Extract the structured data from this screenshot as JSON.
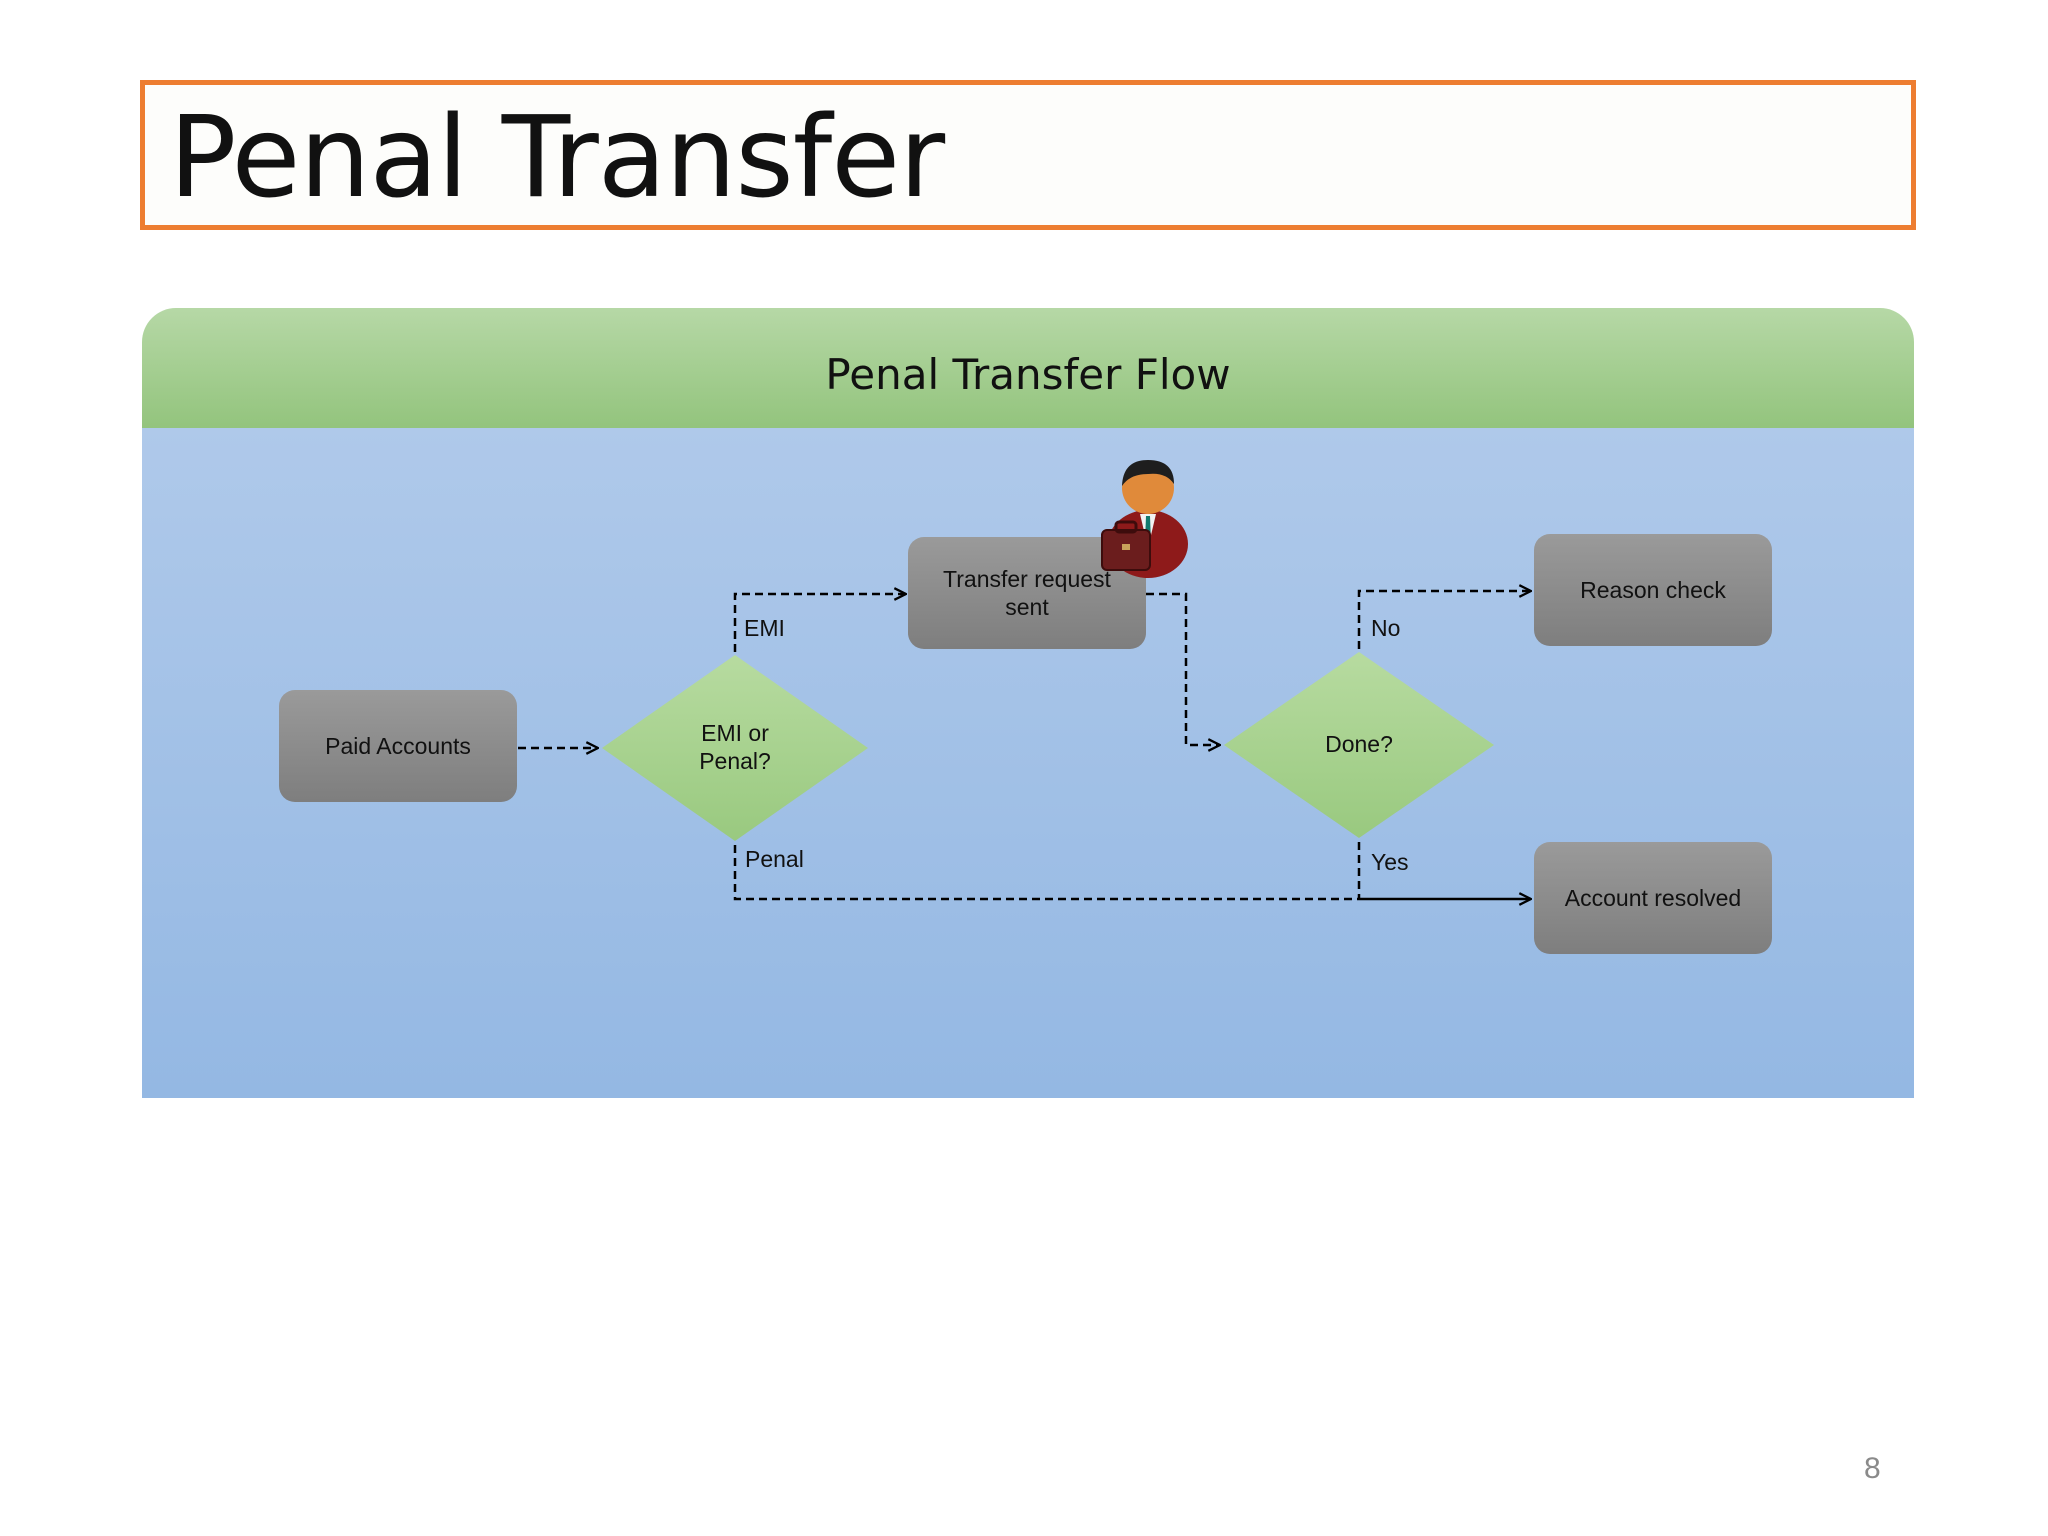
{
  "slide": {
    "title": "Penal Transfer",
    "page_number": "8"
  },
  "flow": {
    "header": "Penal Transfer Flow",
    "nodes": {
      "paid_accounts": "Paid Accounts",
      "decision_emi_penal": "EMI or\nPenal?",
      "transfer_request": "Transfer request\nsent",
      "decision_done": "Done?",
      "reason_check": "Reason check",
      "account_resolved": "Account resolved"
    },
    "edge_labels": {
      "emi": "EMI",
      "penal": "Penal",
      "no": "No",
      "yes": "Yes"
    }
  },
  "icons": {
    "actor": "businessman-with-briefcase-icon"
  },
  "colors": {
    "title_border": "#ed7d31",
    "header_green": "#93c47d",
    "body_blue": "#a9c5e8",
    "node_gray": "#8c8c8c",
    "decision_green": "#a8d08d"
  }
}
